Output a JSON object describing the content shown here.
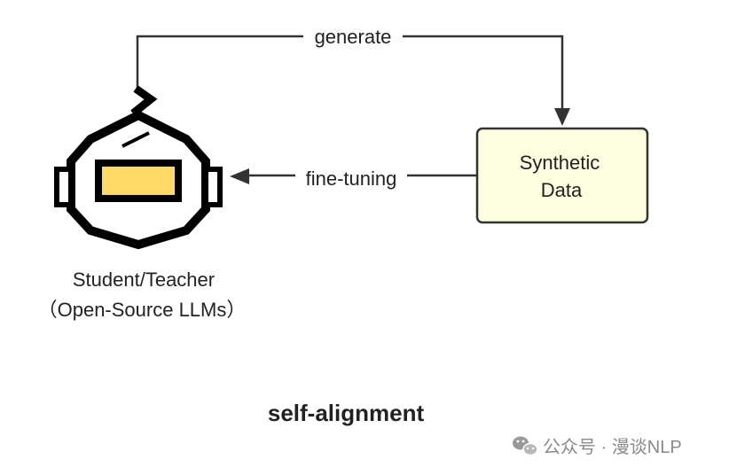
{
  "diagram": {
    "edges": {
      "generate": {
        "label": "generate"
      },
      "fine_tuning": {
        "label": "fine-tuning"
      }
    },
    "nodes": {
      "synthetic_data": {
        "line1": "Synthetic",
        "line2": "Data",
        "fill": "#fdfde0"
      },
      "model": {
        "line1": "Student/Teacher",
        "line2": "（Open-Source LLMs）",
        "visor_color": "#ffd966"
      }
    },
    "caption": "self-alignment"
  },
  "watermark": {
    "text": "公众号 · 漫谈NLP",
    "icon": "wechat-icon"
  }
}
